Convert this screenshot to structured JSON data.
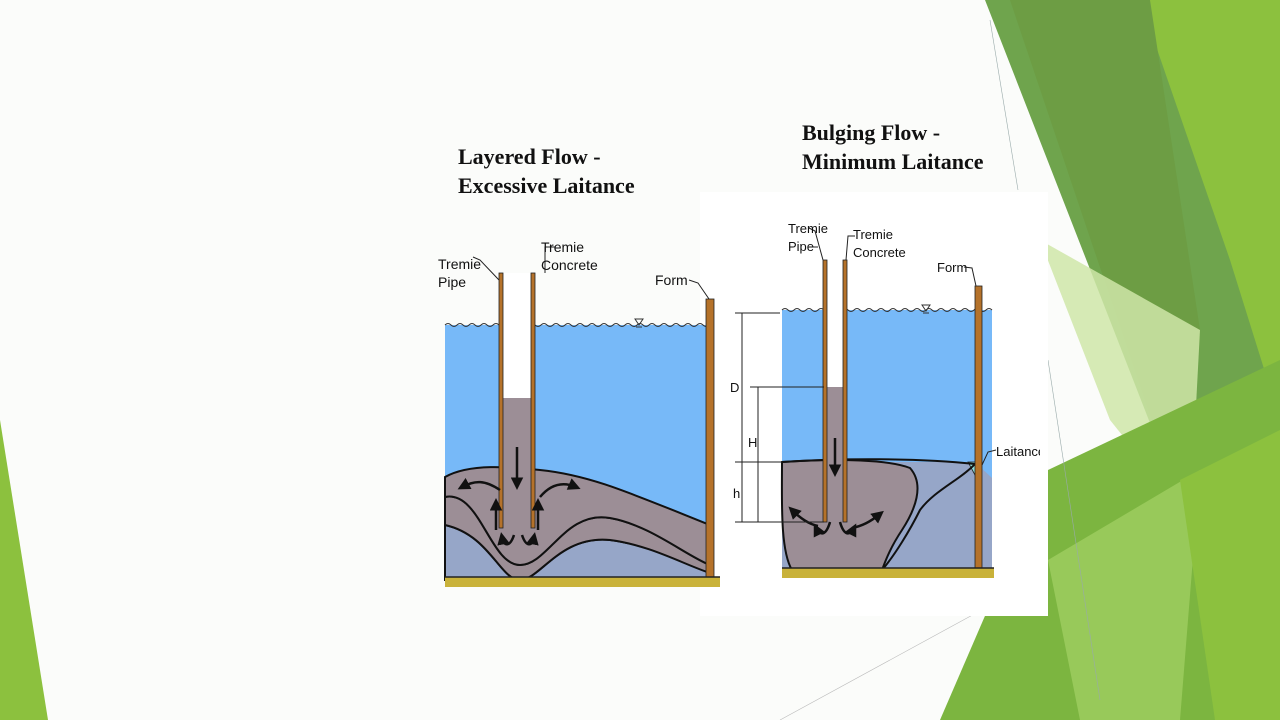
{
  "slide": {
    "left_title": {
      "line1": "Layered Flow -",
      "line2": "Excessive Laitance"
    },
    "right_title": {
      "line1": "Bulging Flow -",
      "line2": "Minimum  Laitance"
    }
  },
  "left_diagram": {
    "labels": {
      "tremie_pipe_1": "Tremie",
      "tremie_pipe_2": "Pipe",
      "tremie_concrete_1": "Tremie",
      "tremie_concrete_2": "Concrete",
      "form": "Form"
    }
  },
  "right_diagram": {
    "labels": {
      "tremie_pipe_1": "Tremie",
      "tremie_pipe_2": "Pipe",
      "tremie_concrete_1": "Tremie",
      "tremie_concrete_2": "Concrete",
      "form": "Form",
      "laitance": "Laitance",
      "D": "D",
      "H": "H",
      "h": "h"
    }
  },
  "colors": {
    "water": "#77b9f8",
    "concrete": "#9c8e96",
    "old_concrete": "#96a6c8",
    "laitance": "#8fe0dc",
    "form": "#b5722a",
    "ground": "#c9b23a",
    "accent_green": "#8cc13e",
    "dark_green": "#4f8a2a"
  }
}
